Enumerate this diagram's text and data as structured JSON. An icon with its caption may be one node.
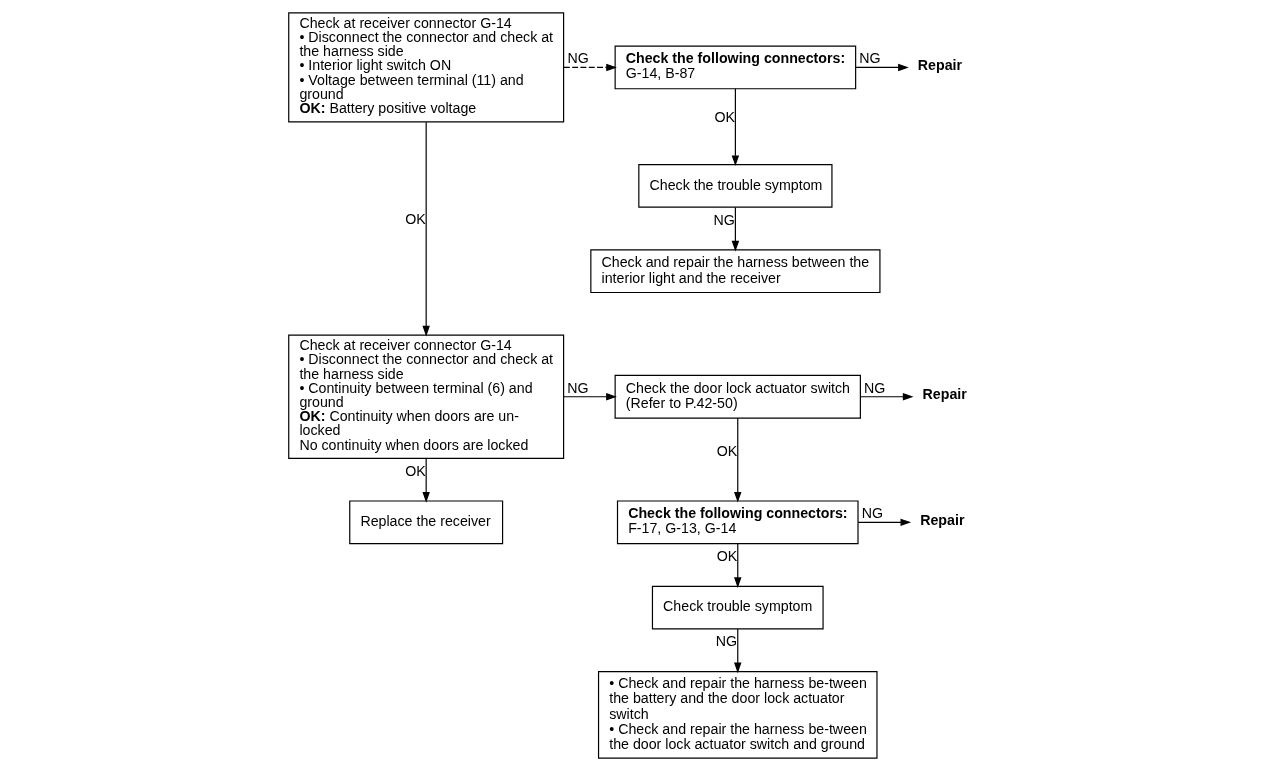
{
  "diagram": {
    "nodes": [
      {
        "text": [
          "Check at receiver connector G-14",
          "• Disconnect the connector and check at the harness side",
          "• Interior light switch ON",
          "• Voltage between terminal (11) and ground",
          "**OK:** Battery positive voltage"
        ]
      },
      {
        "text": [
          "**Check the following connectors:**",
          "G-14, B-87"
        ]
      },
      {
        "text": [
          "Repair"
        ]
      },
      {
        "text": [
          "Check the trouble symptom"
        ]
      },
      {
        "text": [
          "Check and repair the harness between the interior light and the receiver"
        ]
      },
      {
        "text": [
          "Check at receiver connector G-14",
          "• Disconnect the connector and check at the harness side",
          "• Continuity between terminal (6) and ground",
          "**OK:** Continuity when doors are un-locked",
          "No continuity when doors are locked"
        ]
      },
      {
        "text": [
          "Check the door lock actuator switch",
          "(Refer to P.42-50)"
        ]
      },
      {
        "text": [
          "Repair"
        ]
      },
      {
        "text": [
          "**Check the following connectors:**",
          "F-17, G-13, G-14"
        ]
      },
      {
        "text": [
          "Repair"
        ]
      },
      {
        "text": [
          "Check trouble symptom"
        ]
      },
      {
        "text": [
          "• Check and repair the harness be-tween the battery and the door lock actuator switch",
          "• Check and repair the harness be-tween the door lock actuator switch and ground"
        ]
      },
      {
        "text": [
          "Replace the receiver"
        ]
      }
    ],
    "edges": [
      {
        "from": 0,
        "to": 1,
        "arrow": "to",
        "label": "NG",
        "style": "dashed"
      },
      {
        "from": 0,
        "to": 5,
        "arrow": "to",
        "label": "OK"
      },
      {
        "from": 1,
        "to": 2,
        "arrow": "to",
        "label": "NG"
      },
      {
        "from": 1,
        "to": 3,
        "arrow": "to",
        "label": "OK"
      },
      {
        "from": 3,
        "to": 4,
        "arrow": "to",
        "label": "NG"
      },
      {
        "from": 5,
        "to": 6,
        "arrow": "to",
        "label": "NG"
      },
      {
        "from": 5,
        "to": 12,
        "arrow": "to",
        "label": "OK"
      },
      {
        "from": 6,
        "to": 7,
        "arrow": "to",
        "label": "NG"
      },
      {
        "from": 6,
        "to": 8,
        "arrow": "to",
        "label": "OK"
      },
      {
        "from": 8,
        "to": 9,
        "arrow": "to",
        "label": "NG"
      },
      {
        "from": 8,
        "to": 10,
        "arrow": "to",
        "label": "OK"
      },
      {
        "from": 10,
        "to": 11,
        "arrow": "to",
        "label": "NG"
      }
    ]
  }
}
